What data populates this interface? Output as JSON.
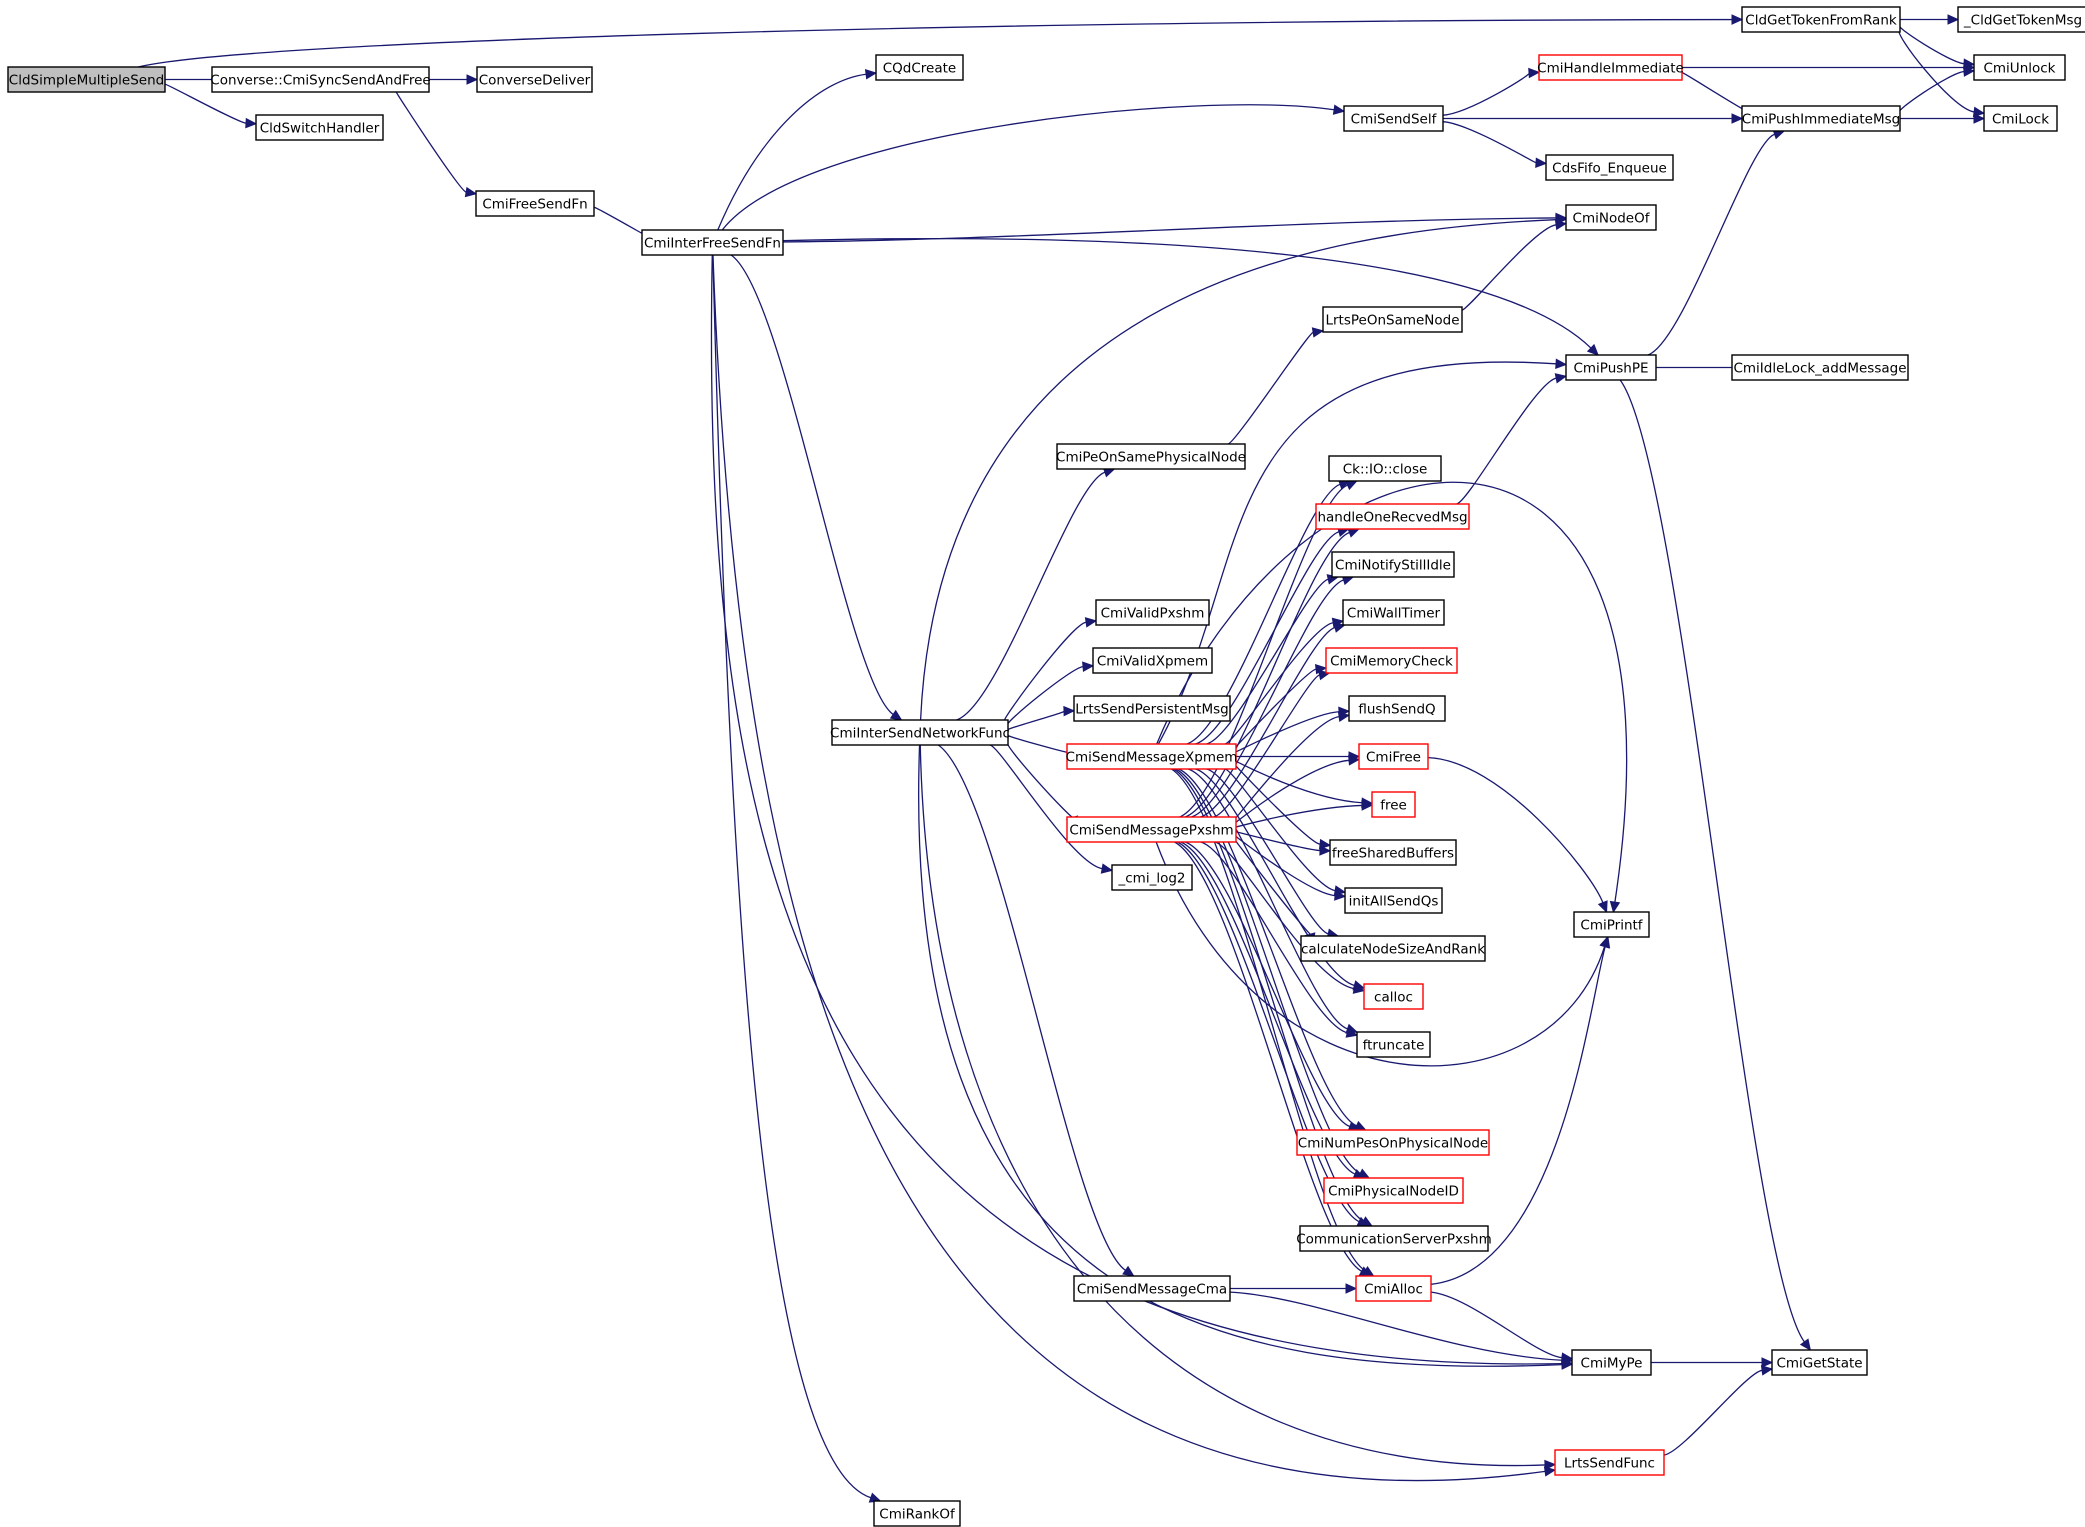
{
  "nodes": [
    {
      "id": "root",
      "label": "CldSimpleMultipleSend",
      "style": "root"
    },
    {
      "id": "syncsend",
      "label": "Converse::CmiSyncSendAndFree",
      "style": "normal"
    },
    {
      "id": "cldswitch",
      "label": "CldSwitchHandler",
      "style": "normal"
    },
    {
      "id": "gettoken",
      "label": "CldGetTokenFromRank",
      "style": "normal"
    },
    {
      "id": "_gettoken",
      "label": "_CldGetTokenMsg",
      "style": "normal"
    },
    {
      "id": "unlock",
      "label": "CmiUnlock",
      "style": "normal"
    },
    {
      "id": "lock",
      "label": "CmiLock",
      "style": "normal"
    },
    {
      "id": "handleimm",
      "label": "CmiHandleImmediate",
      "style": "red"
    },
    {
      "id": "pushimm",
      "label": "CmiPushImmediateMsg",
      "style": "normal"
    },
    {
      "id": "sendself",
      "label": "CmiSendSelf",
      "style": "normal"
    },
    {
      "id": "cdsfifo",
      "label": "CdsFifo_Enqueue",
      "style": "normal"
    },
    {
      "id": "cqdcreate",
      "label": "CQdCreate",
      "style": "normal"
    },
    {
      "id": "convdeliver",
      "label": "ConverseDeliver",
      "style": "normal"
    },
    {
      "id": "freesendfn",
      "label": "CmiFreeSendFn",
      "style": "normal"
    },
    {
      "id": "interfree",
      "label": "CmiInterFreeSendFn",
      "style": "normal"
    },
    {
      "id": "nodeof",
      "label": "CmiNodeOf",
      "style": "normal"
    },
    {
      "id": "samenode",
      "label": "LrtsPeOnSameNode",
      "style": "normal"
    },
    {
      "id": "pushpe",
      "label": "CmiPushPE",
      "style": "normal"
    },
    {
      "id": "idlelock",
      "label": "CmiIdleLock_addMessage",
      "style": "normal"
    },
    {
      "id": "samephys",
      "label": "CmiPeOnSamePhysicalNode",
      "style": "normal"
    },
    {
      "id": "ioclose",
      "label": "Ck::IO::close",
      "style": "normal"
    },
    {
      "id": "handleone",
      "label": "handleOneRecvedMsg",
      "style": "red"
    },
    {
      "id": "notify",
      "label": "CmiNotifyStillIdle",
      "style": "normal"
    },
    {
      "id": "walltimer",
      "label": "CmiWallTimer",
      "style": "normal"
    },
    {
      "id": "memcheck",
      "label": "CmiMemoryCheck",
      "style": "red"
    },
    {
      "id": "flushsendq",
      "label": "flushSendQ",
      "style": "normal"
    },
    {
      "id": "cmifree",
      "label": "CmiFree",
      "style": "red"
    },
    {
      "id": "free",
      "label": "free",
      "style": "red"
    },
    {
      "id": "freeshared",
      "label": "freeSharedBuffers",
      "style": "normal"
    },
    {
      "id": "initall",
      "label": "initAllSendQs",
      "style": "normal"
    },
    {
      "id": "calcnode",
      "label": "calculateNodeSizeAndRank",
      "style": "normal"
    },
    {
      "id": "calloc",
      "label": "calloc",
      "style": "red"
    },
    {
      "id": "ftruncate",
      "label": "ftruncate",
      "style": "normal"
    },
    {
      "id": "numpes",
      "label": "CmiNumPesOnPhysicalNode",
      "style": "red"
    },
    {
      "id": "physid",
      "label": "CmiPhysicalNodeID",
      "style": "red"
    },
    {
      "id": "commserver",
      "label": "CommunicationServerPxshm",
      "style": "normal"
    },
    {
      "id": "validpxshm",
      "label": "CmiValidPxshm",
      "style": "normal"
    },
    {
      "id": "validxpmem",
      "label": "CmiValidXpmem",
      "style": "normal"
    },
    {
      "id": "persistent",
      "label": "LrtsSendPersistentMsg",
      "style": "normal"
    },
    {
      "id": "internet",
      "label": "CmiInterSendNetworkFunc",
      "style": "normal"
    },
    {
      "id": "sendxpmem",
      "label": "CmiSendMessageXpmem",
      "style": "red"
    },
    {
      "id": "sendpxshm",
      "label": "CmiSendMessagePxshm",
      "style": "red"
    },
    {
      "id": "log2",
      "label": "_cmi_log2",
      "style": "normal"
    },
    {
      "id": "printf",
      "label": "CmiPrintf",
      "style": "normal"
    },
    {
      "id": "sendcma",
      "label": "CmiSendMessageCma",
      "style": "normal"
    },
    {
      "id": "alloc",
      "label": "CmiAlloc",
      "style": "red"
    },
    {
      "id": "mype",
      "label": "CmiMyPe",
      "style": "normal"
    },
    {
      "id": "getstate",
      "label": "CmiGetState",
      "style": "normal"
    },
    {
      "id": "lrtssend",
      "label": "LrtsSendFunc",
      "style": "red"
    },
    {
      "id": "rankof",
      "label": "CmiRankOf",
      "style": "normal"
    }
  ],
  "edges": [
    [
      "root",
      "gettoken"
    ],
    [
      "root",
      "syncsend"
    ],
    [
      "root",
      "cldswitch"
    ],
    [
      "gettoken",
      "_gettoken"
    ],
    [
      "gettoken",
      "unlock"
    ],
    [
      "gettoken",
      "lock"
    ],
    [
      "syncsend",
      "convdeliver"
    ],
    [
      "syncsend",
      "freesendfn"
    ],
    [
      "freesendfn",
      "interfree"
    ],
    [
      "interfree",
      "cqdcreate"
    ],
    [
      "interfree",
      "sendself"
    ],
    [
      "interfree",
      "nodeof"
    ],
    [
      "interfree",
      "pushpe"
    ],
    [
      "interfree",
      "internet"
    ],
    [
      "interfree",
      "mype"
    ],
    [
      "interfree",
      "lrtssend"
    ],
    [
      "interfree",
      "rankof"
    ],
    [
      "sendself",
      "handleimm"
    ],
    [
      "sendself",
      "pushimm"
    ],
    [
      "sendself",
      "cdsfifo"
    ],
    [
      "handleimm",
      "unlock"
    ],
    [
      "handleimm",
      "pushimm"
    ],
    [
      "pushimm",
      "unlock"
    ],
    [
      "pushimm",
      "lock"
    ],
    [
      "samenode",
      "nodeof"
    ],
    [
      "samephys",
      "samenode"
    ],
    [
      "pushpe",
      "pushimm"
    ],
    [
      "pushpe",
      "idlelock"
    ],
    [
      "pushpe",
      "getstate"
    ],
    [
      "handleone",
      "pushpe"
    ],
    [
      "internet",
      "nodeof"
    ],
    [
      "internet",
      "samephys"
    ],
    [
      "internet",
      "validpxshm"
    ],
    [
      "internet",
      "validxpmem"
    ],
    [
      "internet",
      "persistent"
    ],
    [
      "internet",
      "sendxpmem"
    ],
    [
      "internet",
      "sendpxshm"
    ],
    [
      "internet",
      "log2"
    ],
    [
      "internet",
      "sendcma"
    ],
    [
      "internet",
      "mype"
    ],
    [
      "internet",
      "lrtssend"
    ],
    [
      "sendxpmem",
      "pushpe"
    ],
    [
      "sendxpmem",
      "ioclose"
    ],
    [
      "sendxpmem",
      "handleone"
    ],
    [
      "sendxpmem",
      "notify"
    ],
    [
      "sendxpmem",
      "walltimer"
    ],
    [
      "sendxpmem",
      "memcheck"
    ],
    [
      "sendxpmem",
      "flushsendq"
    ],
    [
      "sendxpmem",
      "cmifree"
    ],
    [
      "sendxpmem",
      "free"
    ],
    [
      "sendxpmem",
      "freeshared"
    ],
    [
      "sendxpmem",
      "initall"
    ],
    [
      "sendxpmem",
      "calcnode"
    ],
    [
      "sendxpmem",
      "calloc"
    ],
    [
      "sendxpmem",
      "ftruncate"
    ],
    [
      "sendxpmem",
      "printf"
    ],
    [
      "sendxpmem",
      "numpes"
    ],
    [
      "sendxpmem",
      "physid"
    ],
    [
      "sendxpmem",
      "commserver"
    ],
    [
      "sendxpmem",
      "alloc"
    ],
    [
      "sendpxshm",
      "ioclose"
    ],
    [
      "sendpxshm",
      "handleone"
    ],
    [
      "sendpxshm",
      "notify"
    ],
    [
      "sendpxshm",
      "walltimer"
    ],
    [
      "sendpxshm",
      "memcheck"
    ],
    [
      "sendpxshm",
      "flushsendq"
    ],
    [
      "sendpxshm",
      "cmifree"
    ],
    [
      "sendpxshm",
      "free"
    ],
    [
      "sendpxshm",
      "freeshared"
    ],
    [
      "sendpxshm",
      "initall"
    ],
    [
      "sendpxshm",
      "calcnode"
    ],
    [
      "sendpxshm",
      "calloc"
    ],
    [
      "sendpxshm",
      "ftruncate"
    ],
    [
      "sendpxshm",
      "printf"
    ],
    [
      "sendpxshm",
      "numpes"
    ],
    [
      "sendpxshm",
      "physid"
    ],
    [
      "sendpxshm",
      "commserver"
    ],
    [
      "sendpxshm",
      "alloc"
    ],
    [
      "cmifree",
      "printf"
    ],
    [
      "sendcma",
      "alloc"
    ],
    [
      "sendcma",
      "mype"
    ],
    [
      "alloc",
      "printf"
    ],
    [
      "alloc",
      "mype"
    ],
    [
      "mype",
      "getstate"
    ],
    [
      "lrtssend",
      "getstate"
    ]
  ]
}
